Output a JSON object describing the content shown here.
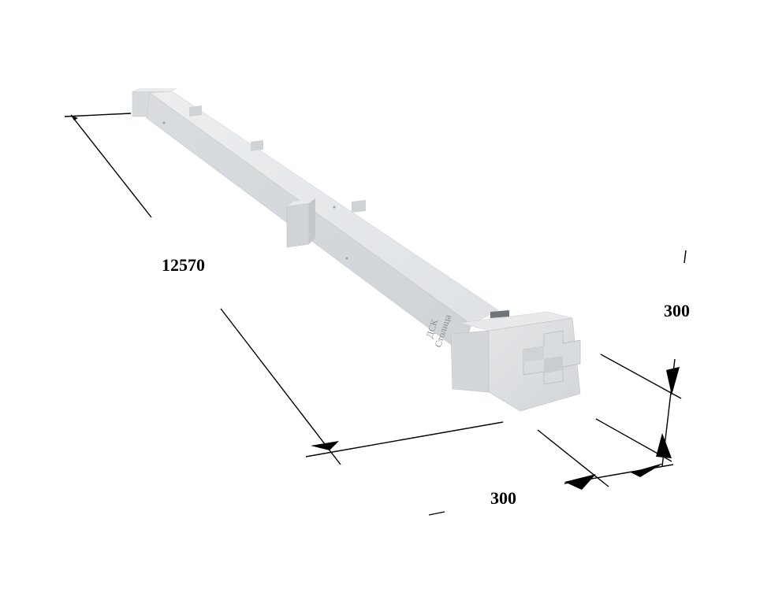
{
  "dimensions": {
    "length": "12570",
    "height": "300",
    "width": "300"
  },
  "logo": {
    "line1": "ДСК",
    "line2": "Столица"
  },
  "colors": {
    "concrete_light": "#e6e8ea",
    "concrete_mid": "#d5d8db",
    "concrete_dark": "#c2c6ca",
    "line": "#000000"
  }
}
